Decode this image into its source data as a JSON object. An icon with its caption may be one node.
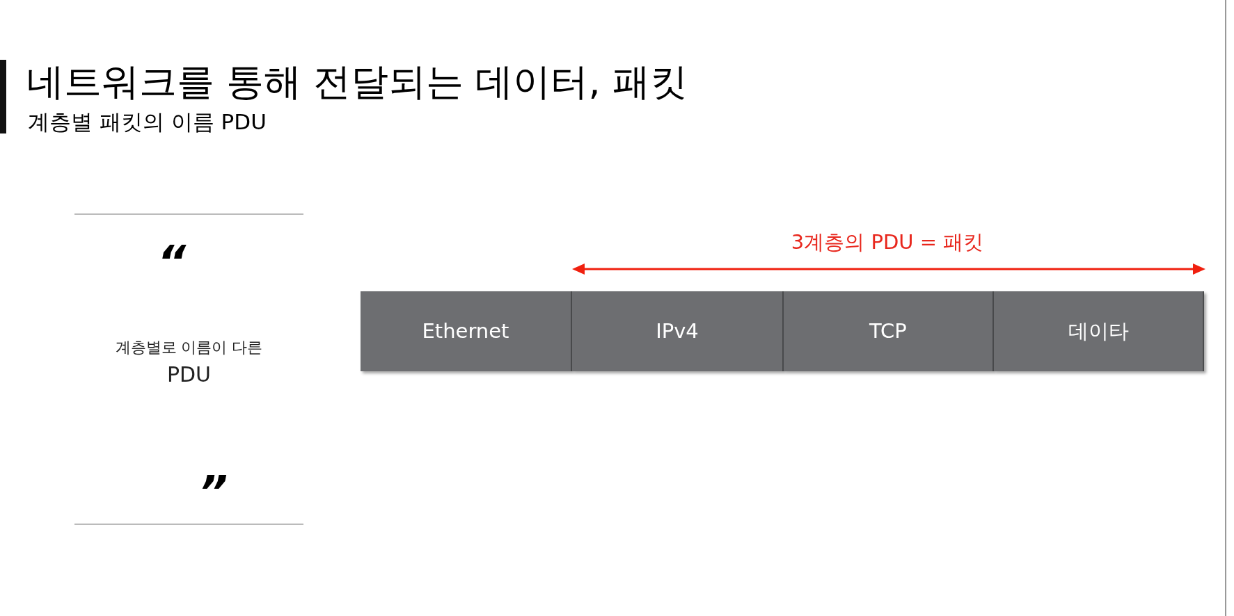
{
  "diagram": {
    "title": "네트워크를 통해 전달되는 데이터, 패킷",
    "nodes": [
      {
        "text": [
          "Ethernet"
        ]
      },
      {
        "text": [
          "IPv4"
        ]
      },
      {
        "text": [
          "TCP"
        ]
      },
      {
        "text": [
          "데이타"
        ]
      }
    ],
    "labels": [
      "계층별 패킷의 이름 PDU",
      "3계층의 PDU = 패킷",
      "“",
      "계층별로 이름이 다른",
      "PDU",
      "”"
    ]
  }
}
